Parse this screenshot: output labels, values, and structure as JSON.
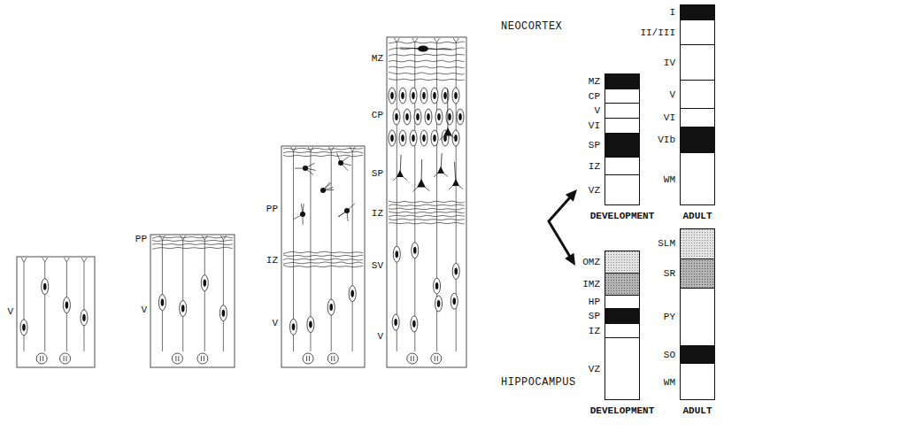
{
  "diagram": {
    "nodes": [
      {
        "text": [
          "DEVELOPMENT"
        ]
      },
      {
        "text": [
          "MZ"
        ],
        "in": 0
      },
      {
        "text": [
          "CP"
        ],
        "in": 0
      },
      {
        "text": [
          "V"
        ],
        "in": 0
      },
      {
        "text": [
          "VI"
        ],
        "in": 0
      },
      {
        "text": [
          "SP"
        ],
        "in": 0
      },
      {
        "text": [
          "IZ"
        ],
        "in": 0
      },
      {
        "text": [
          "VZ"
        ],
        "in": 0
      },
      {
        "text": [
          "ADULT"
        ]
      },
      {
        "text": [
          "I"
        ],
        "in": 8
      },
      {
        "text": [
          "II/III"
        ],
        "in": 8
      },
      {
        "text": [
          "IV"
        ],
        "in": 8
      },
      {
        "text": [
          "V"
        ],
        "in": 8
      },
      {
        "text": [
          "VI"
        ],
        "in": 8
      },
      {
        "text": [
          "VIb"
        ],
        "in": 8
      },
      {
        "text": [
          "WM"
        ],
        "in": 8
      },
      {
        "text": [
          "DEVELOPMENT"
        ]
      },
      {
        "text": [
          "OMZ"
        ],
        "in": 16
      },
      {
        "text": [
          "IMZ"
        ],
        "in": 16
      },
      {
        "text": [
          "HP"
        ],
        "in": 16
      },
      {
        "text": [
          "SP"
        ],
        "in": 16
      },
      {
        "text": [
          "IZ"
        ],
        "in": 16
      },
      {
        "text": [
          "VZ"
        ],
        "in": 16
      },
      {
        "text": [
          "ADULT"
        ]
      },
      {
        "text": [
          "SLM"
        ],
        "in": 23
      },
      {
        "text": [
          "SR"
        ],
        "in": 23
      },
      {
        "text": [
          "PY"
        ],
        "in": 23
      },
      {
        "text": [
          "SO"
        ],
        "in": 23
      },
      {
        "text": [
          "WM"
        ],
        "in": 23
      }
    ],
    "labels": [
      "NEOCORTEX",
      "V",
      "PP",
      "V",
      "PP",
      "IZ",
      "V",
      "MZ",
      "CP",
      "SP",
      "IZ",
      "SV",
      "V",
      "HIPPOCAMPUS"
    ]
  }
}
